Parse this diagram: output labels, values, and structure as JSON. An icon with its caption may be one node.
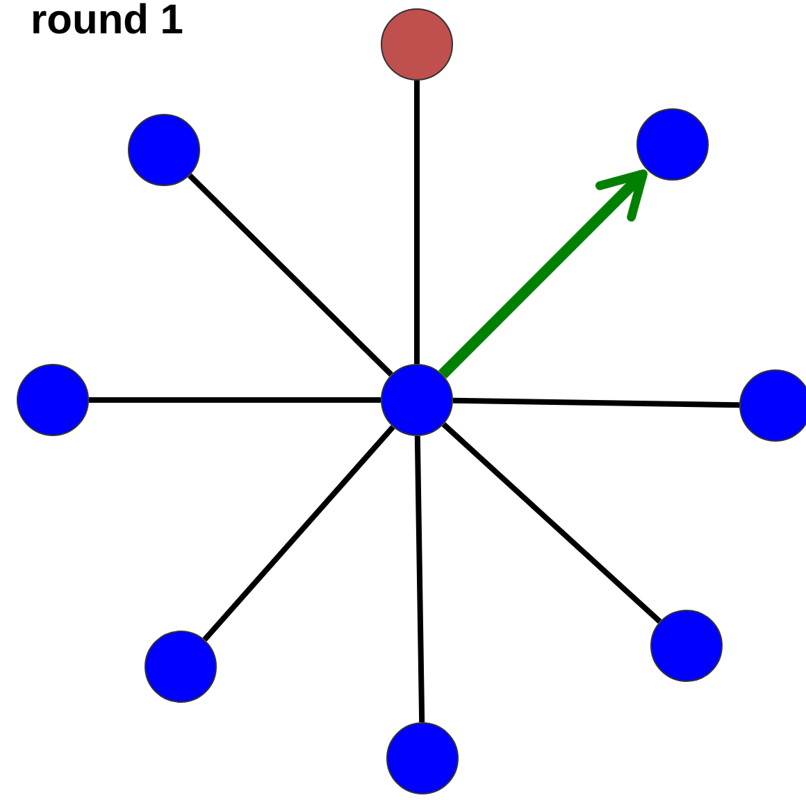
{
  "diagram": {
    "title": "round 1",
    "nodes": [
      {
        "text": [],
        "shape": "circle"
      },
      {
        "text": [],
        "shape": "circle"
      },
      {
        "text": [],
        "shape": "circle"
      },
      {
        "text": [],
        "shape": "circle"
      },
      {
        "text": [],
        "shape": "circle"
      },
      {
        "text": [],
        "shape": "circle"
      },
      {
        "text": [],
        "shape": "circle"
      },
      {
        "text": [],
        "shape": "circle"
      },
      {
        "text": [],
        "shape": "circle"
      }
    ],
    "edges": [
      {
        "from": 4,
        "to": 0,
        "arrow": "none"
      },
      {
        "from": 4,
        "to": 1,
        "arrow": "none"
      },
      {
        "from": 4,
        "to": 2,
        "arrow": "to",
        "style": "thick",
        "color": "#008000"
      },
      {
        "from": 4,
        "to": 3,
        "arrow": "none"
      },
      {
        "from": 4,
        "to": 5,
        "arrow": "none"
      },
      {
        "from": 4,
        "to": 6,
        "arrow": "none"
      },
      {
        "from": 4,
        "to": 7,
        "arrow": "none"
      },
      {
        "from": 4,
        "to": 8,
        "arrow": "none"
      }
    ]
  }
}
